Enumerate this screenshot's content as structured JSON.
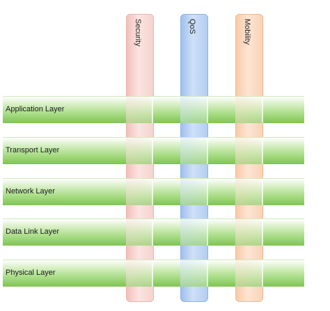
{
  "columns": [
    {
      "label": "Security",
      "color": "#f2c0bb"
    },
    {
      "label": "QoS",
      "color": "#9fc0ec"
    },
    {
      "label": "Mobility",
      "color": "#f8c9a8"
    }
  ],
  "layers": [
    {
      "label": "Application Layer"
    },
    {
      "label": "Transport Layer"
    },
    {
      "label": "Network Layer"
    },
    {
      "label": "Data Link Layer"
    },
    {
      "label": "Physical Layer"
    }
  ],
  "colors": {
    "layer_green": "#9fd87a",
    "layer_green_dark": "#7fc455"
  }
}
